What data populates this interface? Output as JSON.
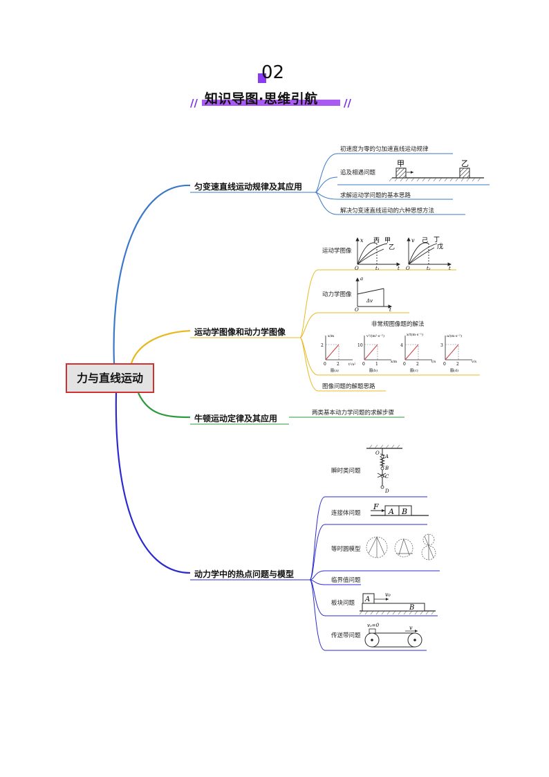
{
  "header": {
    "section_number": "02",
    "section_title": "知识导图·思维引航",
    "slash_mark": "//"
  },
  "central_node": {
    "label": "力与直线运动"
  },
  "branches": [
    {
      "label": "匀变速直线运动规律及其应用",
      "color": "#3a78c9",
      "leaves": [
        {
          "label": "初速度为零的匀加速直线运动规律"
        },
        {
          "label": "追及相遇问题",
          "figure_labels": [
            "甲",
            "乙"
          ]
        },
        {
          "label": "求解运动学问题的基本思路"
        },
        {
          "label": "解决匀变速直线运动的六种思想方法"
        }
      ]
    },
    {
      "label": "运动学图像和动力学图像",
      "color": "#e8b820",
      "leaves": [
        {
          "label": "运动学图像",
          "graph1_labels": [
            "x",
            "丙",
            "甲",
            "乙",
            "O",
            "t₁",
            "t"
          ],
          "graph2_labels": [
            "v",
            "己",
            "丁",
            "戊",
            "O",
            "t₂",
            "t"
          ]
        },
        {
          "label": "动力学图像",
          "graph_labels": [
            "a",
            "Δv",
            "O",
            "t"
          ]
        },
        {
          "label": "非常规图像题的解法",
          "subgraphs": [
            {
              "ylabel": "x/m",
              "xlabel": "t²/s²",
              "ytick": "2",
              "xticks": [
                "0",
                "2"
              ],
              "caption": "图(a)"
            },
            {
              "ylabel": "v²/(m²·s⁻²)",
              "xlabel": "x/m",
              "ytick": "10",
              "xticks": [
                "0",
                "1"
              ],
              "caption": "图(b)"
            },
            {
              "ylabel": "x/t(m·s⁻¹)",
              "xlabel": "t/s",
              "ytick": "4",
              "xticks": [
                "0",
                "2"
              ],
              "caption": "图(c)"
            },
            {
              "ylabel": "a/(m·s⁻²)",
              "xlabel": "v/s",
              "ytick": "3",
              "xticks": [
                "0",
                "2"
              ],
              "caption": "图(d)"
            }
          ]
        },
        {
          "label": "图像问题的解题思路"
        }
      ]
    },
    {
      "label": "牛顿运动定律及其应用",
      "color": "#2a9a3a",
      "leaves": [
        {
          "label": "两类基本动力学问题的求解步骤"
        }
      ]
    },
    {
      "label": "动力学中的热点问题与模型",
      "color": "#2a2ad0",
      "leaves": [
        {
          "label": "瞬时类问题",
          "figure_labels": [
            "O",
            "A",
            "B",
            "C",
            "D"
          ]
        },
        {
          "label": "连接体问题",
          "figure_labels": [
            "F",
            "A",
            "B"
          ]
        },
        {
          "label": "等时圆模型"
        },
        {
          "label": "临界值问题"
        },
        {
          "label": "板块问题",
          "figure_labels": [
            "A",
            "v₀",
            "B"
          ]
        },
        {
          "label": "传送带问题",
          "figure_labels": [
            "v₀=0",
            "v"
          ]
        }
      ]
    }
  ]
}
